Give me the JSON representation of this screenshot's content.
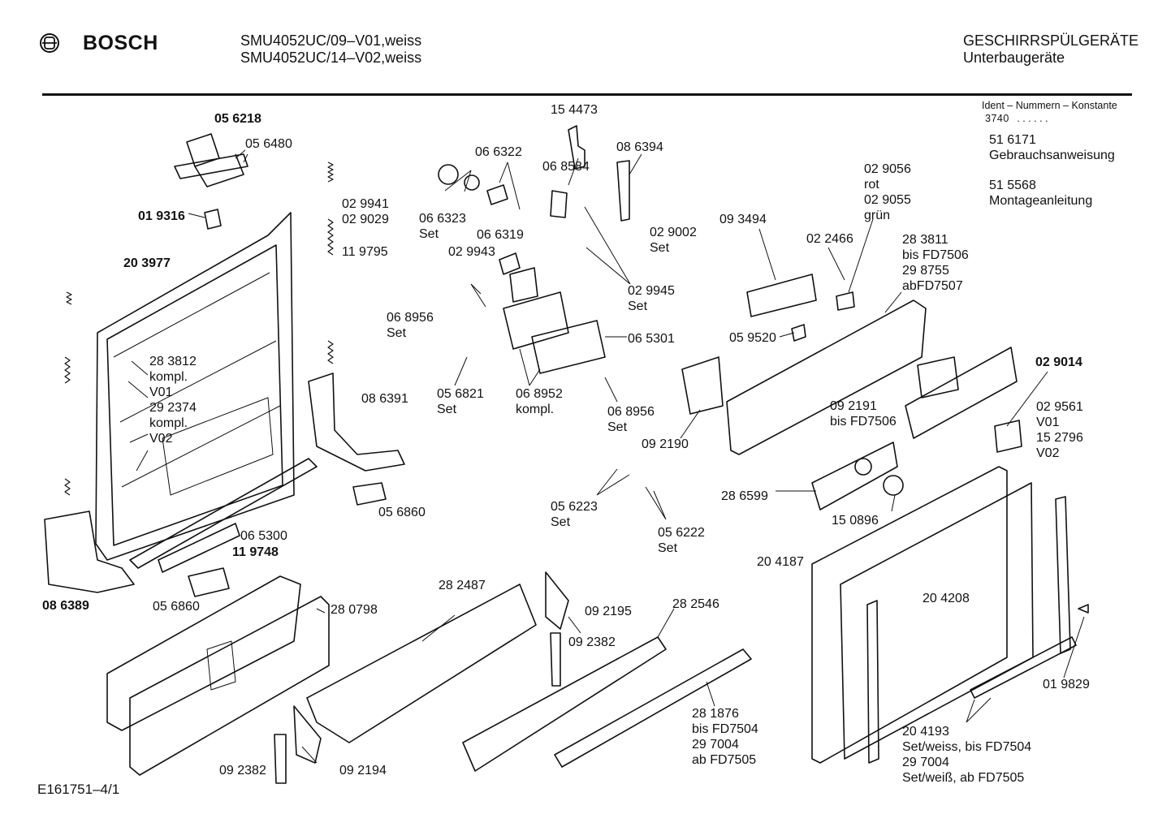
{
  "header": {
    "brand": "BOSCH",
    "logo_icon": "bosch-armature-logo",
    "model_lines": [
      "SMU4052UC/09–V01,weiss",
      "SMU4052UC/14–V02,weiss"
    ],
    "category_lines": [
      "GESCHIRRSPÜLGERÄTE",
      "Unterbaugeräte"
    ]
  },
  "ident": {
    "title": "Ident – Nummern – Konstante",
    "value": "3740",
    "dots": ". .   . . . ."
  },
  "documents": [
    {
      "number": "51 6171",
      "name": "Gebrauchsanweisung"
    },
    {
      "number": "51 5568",
      "name": "Montageanleitung"
    }
  ],
  "part_labels": [
    {
      "lines": [
        "05 6218"
      ],
      "bold": true
    },
    {
      "lines": [
        "05 6480"
      ],
      "bold": false
    },
    {
      "lines": [
        "01 9316"
      ],
      "bold": true
    },
    {
      "lines": [
        "20 3977"
      ],
      "bold": true
    },
    {
      "lines": [
        "02 9941",
        "02 9029"
      ],
      "bold": false
    },
    {
      "lines": [
        "11 9795"
      ],
      "bold": false
    },
    {
      "lines": [
        "28 3812",
        "kompl.",
        "V01",
        "29 2374",
        "kompl.",
        "V02"
      ],
      "bold": false
    },
    {
      "lines": [
        "08 6391"
      ],
      "bold": false
    },
    {
      "lines": [
        "05 6860"
      ],
      "bold": false
    },
    {
      "lines": [
        "06 5300"
      ],
      "bold": false
    },
    {
      "lines": [
        "11 9748"
      ],
      "bold": true
    },
    {
      "lines": [
        "05 6860"
      ],
      "bold": false
    },
    {
      "lines": [
        "08 6389"
      ],
      "bold": true
    },
    {
      "lines": [
        "15 4473"
      ],
      "bold": false
    },
    {
      "lines": [
        "06 6322"
      ],
      "bold": false
    },
    {
      "lines": [
        "06 8584"
      ],
      "bold": false
    },
    {
      "lines": [
        "08 6394"
      ],
      "bold": false
    },
    {
      "lines": [
        "06 6323",
        "Set"
      ],
      "bold": false
    },
    {
      "lines": [
        "06 6319"
      ],
      "bold": false
    },
    {
      "lines": [
        "02 9943"
      ],
      "bold": false
    },
    {
      "lines": [
        "02 9002",
        "Set"
      ],
      "bold": false
    },
    {
      "lines": [
        "06 8956",
        "Set"
      ],
      "bold": false
    },
    {
      "lines": [
        "02 9945",
        "Set"
      ],
      "bold": false
    },
    {
      "lines": [
        "06 5301"
      ],
      "bold": false
    },
    {
      "lines": [
        "05 6821",
        "Set"
      ],
      "bold": false
    },
    {
      "lines": [
        "06 8952",
        "kompl."
      ],
      "bold": false
    },
    {
      "lines": [
        "06 8956",
        "Set"
      ],
      "bold": false
    },
    {
      "lines": [
        "02 9056",
        "rot",
        "02 9055",
        "grün"
      ],
      "bold": false
    },
    {
      "lines": [
        "09 3494"
      ],
      "bold": false
    },
    {
      "lines": [
        "02 2466"
      ],
      "bold": false
    },
    {
      "lines": [
        "28 3811",
        "bis FD7506",
        "29 8755",
        "abFD7507"
      ],
      "bold": false
    },
    {
      "lines": [
        "05 9520"
      ],
      "bold": false
    },
    {
      "lines": [
        "02 9014"
      ],
      "bold": true
    },
    {
      "lines": [
        "09 2191",
        "bis FD7506"
      ],
      "bold": false
    },
    {
      "lines": [
        "02 9561",
        "V01",
        "15 2796",
        "V02"
      ],
      "bold": false
    },
    {
      "lines": [
        "09 2190"
      ],
      "bold": false
    },
    {
      "lines": [
        "28 6599"
      ],
      "bold": false
    },
    {
      "lines": [
        "15 0896"
      ],
      "bold": false
    },
    {
      "lines": [
        "05 6223",
        "Set"
      ],
      "bold": false
    },
    {
      "lines": [
        "05 6222",
        "Set"
      ],
      "bold": false
    },
    {
      "lines": [
        "28 2487"
      ],
      "bold": false
    },
    {
      "lines": [
        "28 0798"
      ],
      "bold": false
    },
    {
      "lines": [
        "09 2195"
      ],
      "bold": false
    },
    {
      "lines": [
        "09 2382"
      ],
      "bold": false
    },
    {
      "lines": [
        "28 2546"
      ],
      "bold": false
    },
    {
      "lines": [
        "20 4187"
      ],
      "bold": false
    },
    {
      "lines": [
        "20 4208"
      ],
      "bold": false
    },
    {
      "lines": [
        "01 9829"
      ],
      "bold": false
    },
    {
      "lines": [
        "28 1876",
        "bis FD7504",
        "29 7004",
        "ab FD7505"
      ],
      "bold": false
    },
    {
      "lines": [
        "20 4193",
        "Set/weiss, bis FD7504",
        "29 7004",
        "Set/weiß, ab FD7505"
      ],
      "bold": false
    },
    {
      "lines": [
        "09 2382"
      ],
      "bold": false
    },
    {
      "lines": [
        "09 2194"
      ],
      "bold": false
    }
  ],
  "footer": {
    "code": "E161751–4/1"
  }
}
